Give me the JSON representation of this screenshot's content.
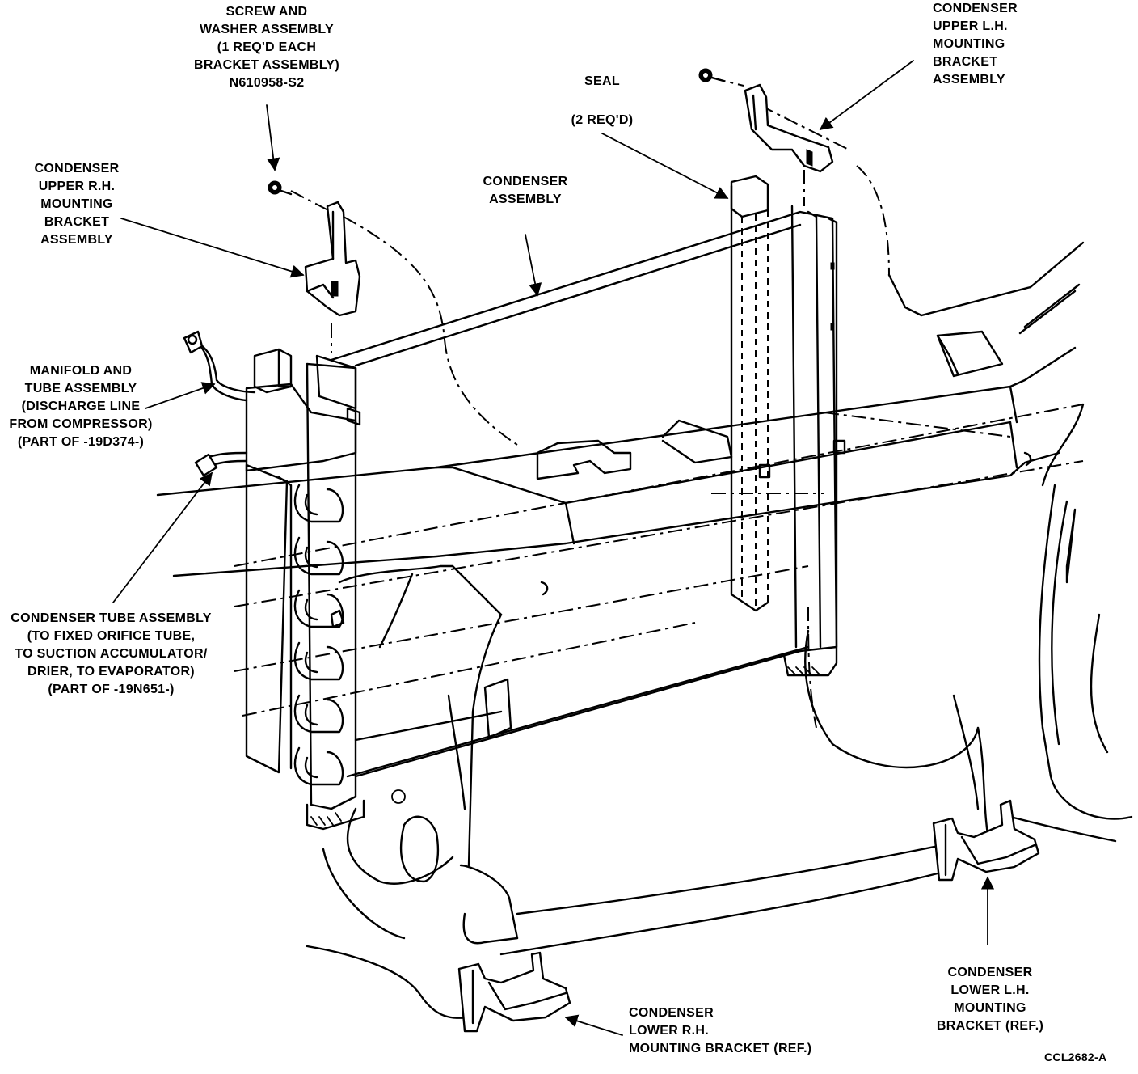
{
  "diagram_id": "CCL2682-A",
  "labels": {
    "screw_washer": [
      "SCREW AND",
      "WASHER ASSEMBLY",
      "(1 REQ'D EACH",
      "BRACKET ASSEMBLY)",
      "N610958-S2"
    ],
    "upper_lh_bracket": [
      "CONDENSER",
      "UPPER L.H.",
      "MOUNTING",
      "BRACKET",
      "ASSEMBLY"
    ],
    "seal": [
      "SEAL"
    ],
    "seal_qty": [
      "(2 REQ'D)"
    ],
    "condenser_assembly": [
      "CONDENSER",
      "ASSEMBLY"
    ],
    "upper_rh_bracket": [
      "CONDENSER",
      "UPPER R.H.",
      "MOUNTING",
      "BRACKET",
      "ASSEMBLY"
    ],
    "manifold_tube": [
      "MANIFOLD AND",
      "TUBE ASSEMBLY",
      "(DISCHARGE LINE",
      "FROM COMPRESSOR)",
      "(PART OF -19D374-)"
    ],
    "condenser_tube": [
      "CONDENSER TUBE ASSEMBLY",
      "(TO FIXED ORIFICE TUBE,",
      "TO SUCTION ACCUMULATOR/",
      "DRIER, TO EVAPORATOR)",
      "(PART OF -19N651-)"
    ],
    "lower_lh_bracket": [
      "CONDENSER",
      "LOWER L.H.",
      "MOUNTING",
      "BRACKET (REF.)"
    ],
    "lower_rh_bracket": [
      "CONDENSER",
      "LOWER R.H.",
      "MOUNTING BRACKET (REF.)"
    ]
  }
}
